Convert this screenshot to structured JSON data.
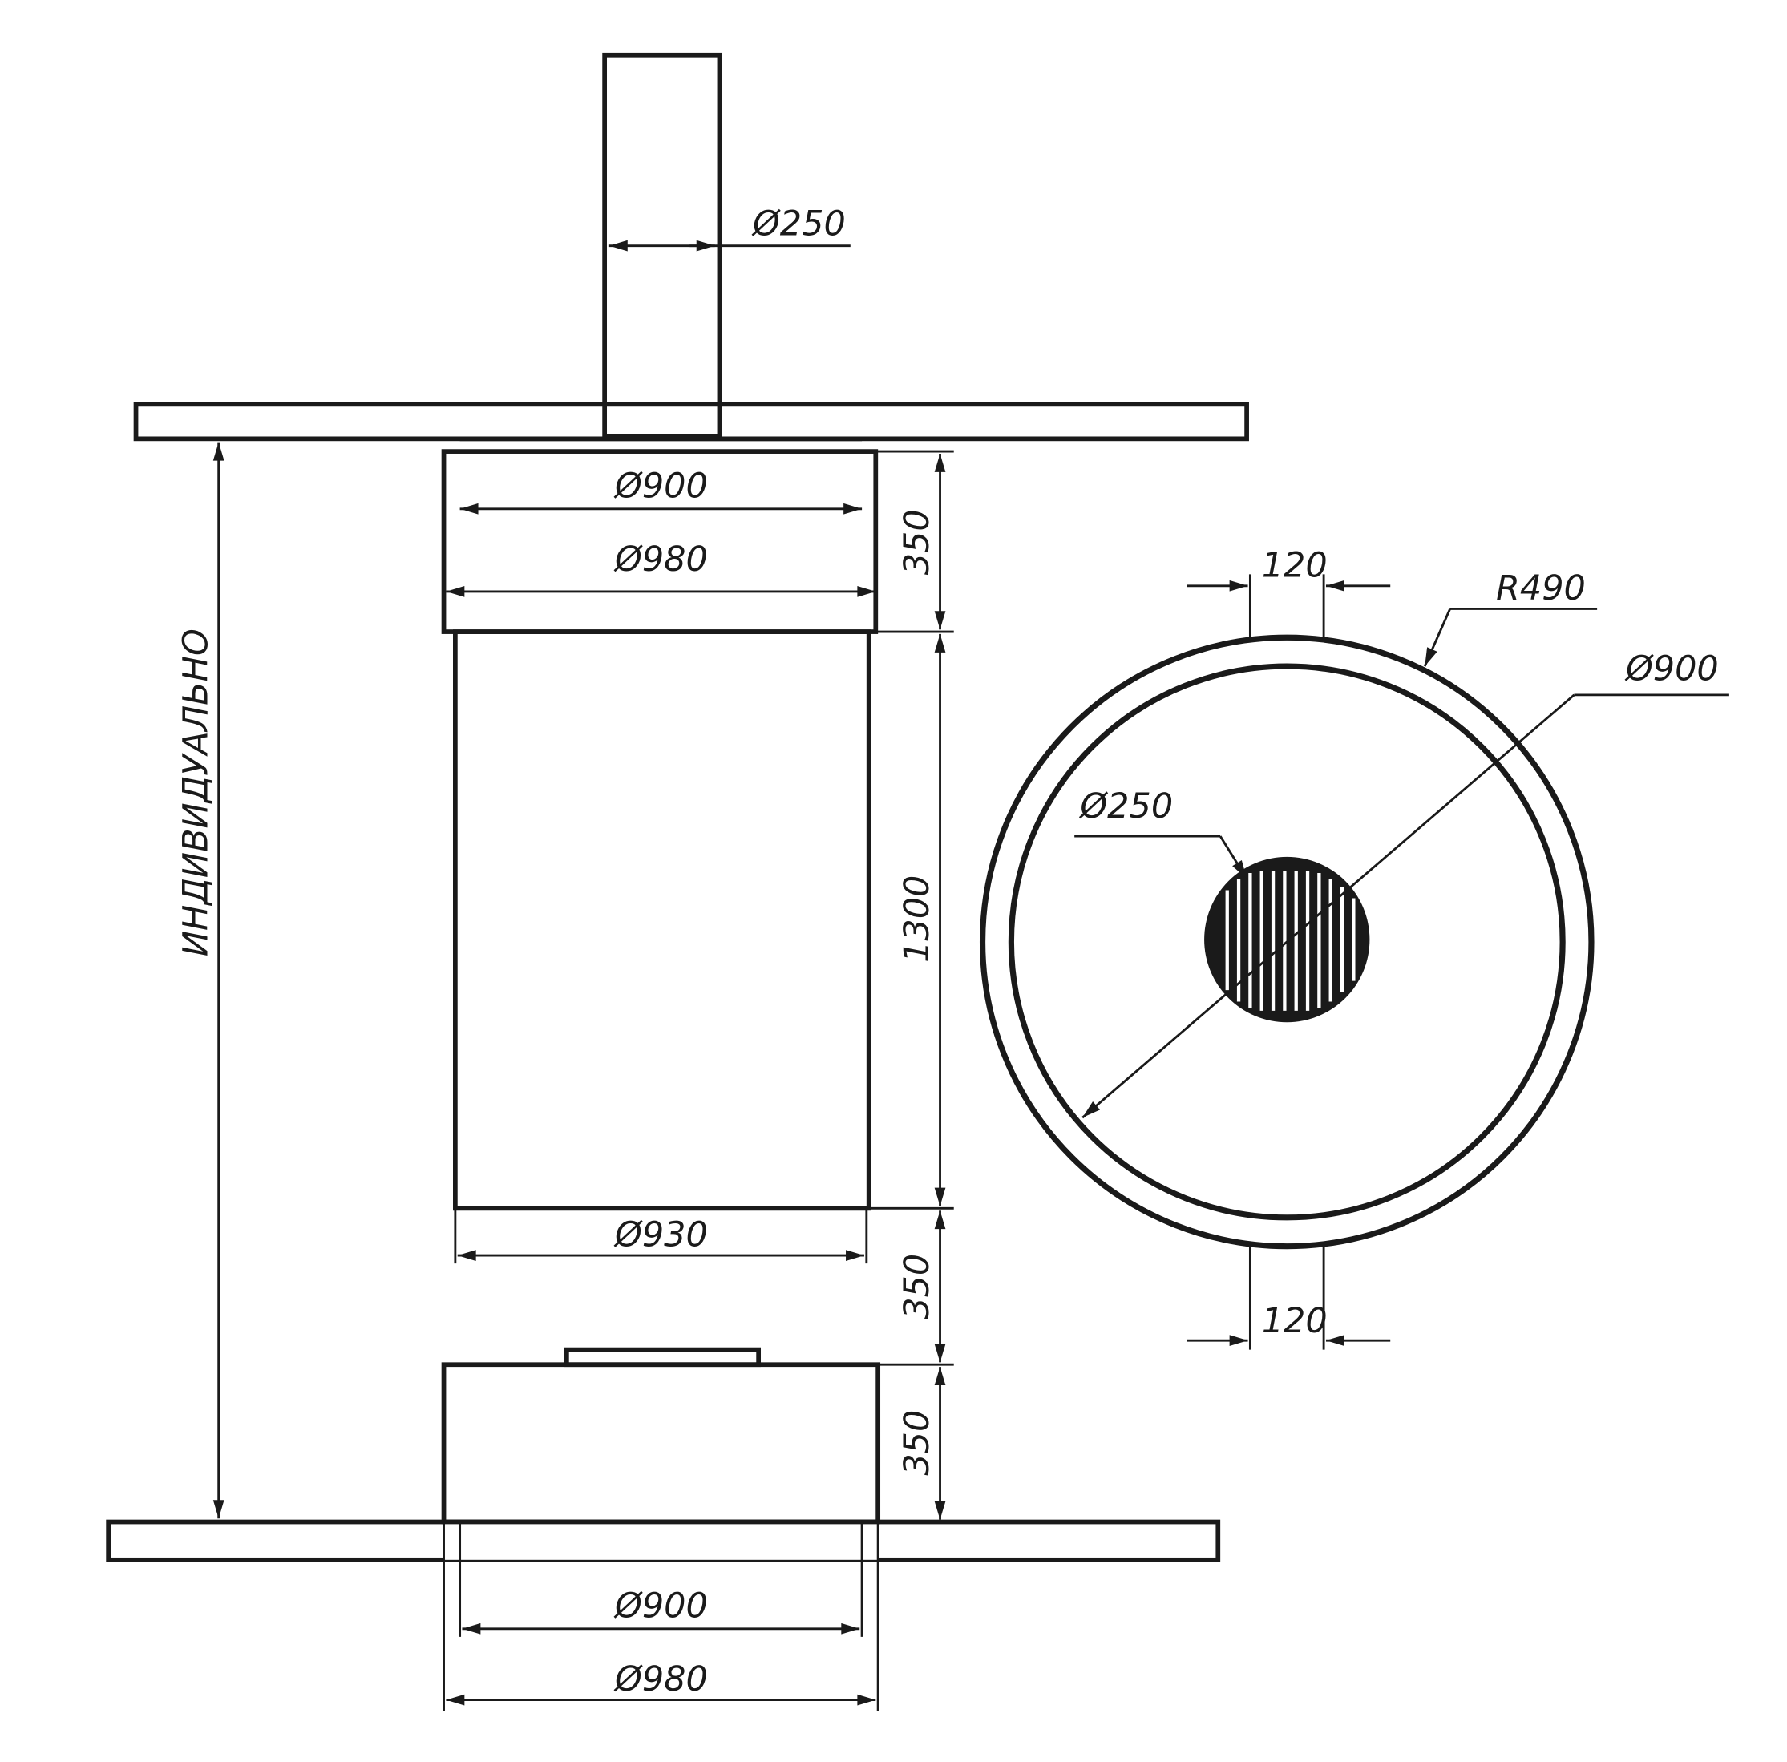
{
  "drawing": {
    "pipe_diameter": "Ø250",
    "upper_box_inner": "Ø900",
    "upper_box_outer": "Ø980",
    "upper_box_height": "350",
    "body_height": "1300",
    "body_diameter": "Ø930",
    "gap_height": "350",
    "lower_box_height": "350",
    "lower_box_inner": "Ø900",
    "lower_box_outer": "Ø980",
    "total_height": "ИНДИВИДУАЛЬНО",
    "plan_top_width": "120",
    "plan_bottom_width": "120",
    "plan_radius": "R490",
    "plan_diameter": "Ø900",
    "plan_pipe_diameter": "Ø250"
  }
}
